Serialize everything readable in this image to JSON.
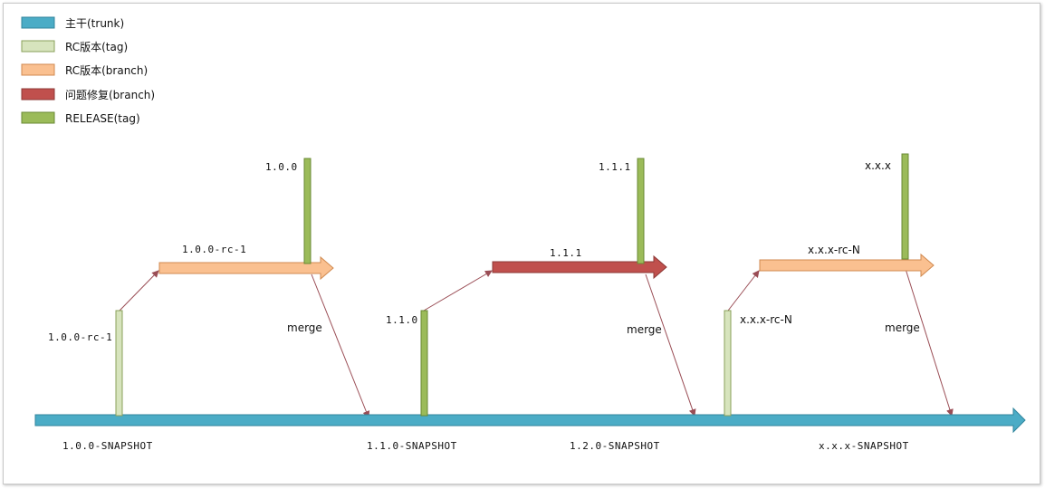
{
  "legend": {
    "trunk": {
      "label": "主干(trunk)",
      "color": "#4bacc6"
    },
    "rc_tag": {
      "label": "RC版本(tag)",
      "color": "#d7e4bd"
    },
    "rc_branch": {
      "label": "RC版本(branch)",
      "color": "#fac090"
    },
    "fix_branch": {
      "label": "问题修复(branch)",
      "color": "#c0504d"
    },
    "release_tag": {
      "label": "RELEASE(tag)",
      "color": "#9bbb59"
    }
  },
  "trunk_labels": {
    "s1": "1.0.0-SNAPSHOT",
    "s2": "1.1.0-SNAPSHOT",
    "s3": "1.2.0-SNAPSHOT",
    "s4": "x.x.x-SNAPSHOT"
  },
  "tags": {
    "rc_100": "1.0.0-rc-1",
    "rel_100": "1.0.0",
    "rel_110": "1.1.0",
    "rel_111": "1.1.1",
    "rc_xxx": "x.x.x-rc-N",
    "rel_xxx": "x.x.x"
  },
  "branches": {
    "b1": "1.0.0-rc-1",
    "b2": "1.1.1",
    "b3": "x.x.x-rc-N"
  },
  "merge_label": "merge"
}
